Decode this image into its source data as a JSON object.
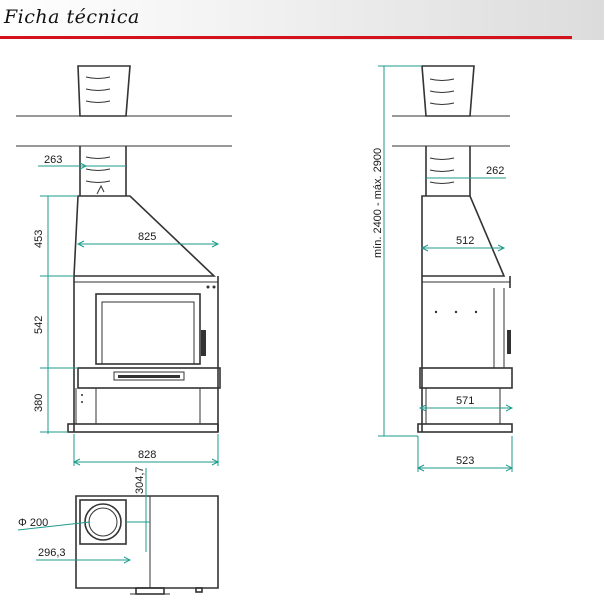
{
  "header": {
    "title": "Ficha técnica"
  },
  "colors": {
    "accent_rule": "#d4121d",
    "dimension_lines": "#1e9b8c",
    "drawing_lines": "#333333"
  },
  "front_view": {
    "dims": {
      "chimney_width": "263",
      "hood_height": "453",
      "hood_width": "825",
      "firebox_height": "542",
      "base_height": "380",
      "total_width": "828"
    }
  },
  "side_view": {
    "dims": {
      "total_height_range": "mín. 2400 - máx. 2900",
      "chimney_depth": "262",
      "hood_depth": "512",
      "body_depth": "571",
      "base_depth": "523"
    }
  },
  "top_view": {
    "dims": {
      "flue_diameter": "Φ 200",
      "flue_offset_y": "304,7",
      "flue_offset_x": "296,3"
    }
  }
}
